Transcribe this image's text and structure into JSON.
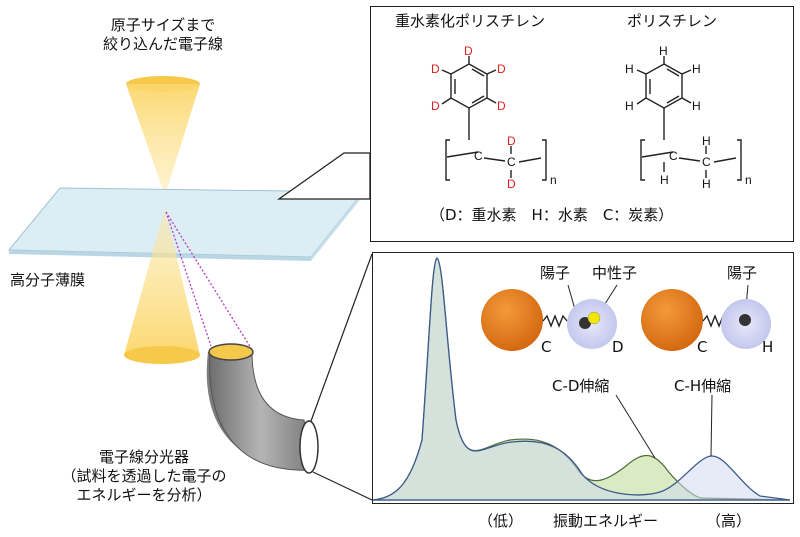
{
  "beam": {
    "line1": "原子サイズまで",
    "line2": "絞り込んだ電子線"
  },
  "film_label": "高分子薄膜",
  "spectrometer": {
    "line1": "電子線分光器",
    "line2": "（試料を透過した電子の",
    "line3": "エネルギーを分析）"
  },
  "structures": {
    "deuterated_title": "重水素化ポリスチレン",
    "normal_title": "ポリスチレン",
    "atom_D": "D",
    "atom_H": "H",
    "atom_C": "C",
    "subscript_n": "n",
    "legend": "（D：重水素　H：水素　C：炭素）"
  },
  "spectrum": {
    "proton_label": "陽子",
    "neutron_label": "中性子",
    "proton_label_2": "陽子",
    "atom_C_1": "C",
    "atom_D": "D",
    "atom_C_2": "C",
    "atom_H": "H",
    "cd_label": "C-D伸縮",
    "ch_label": "C-H伸縮",
    "axis": {
      "low": "（低）",
      "title": "振動エネルギー",
      "high": "（高）"
    }
  },
  "colors": {
    "beam": "#f8d060",
    "film": "#dceef5",
    "tube": "#8c8c8c",
    "atom_carbon": "#e57b1e",
    "atom_shell": "#cfd2f0",
    "nucleus": "#333333",
    "neutron": "#f2e600",
    "curve_cd_fill": "#d8ebbf",
    "curve_ch_fill": "#d6dcef",
    "curve_line": "#3a5a8c",
    "probe_line": "#b53cc4",
    "deuterium_text": "#e02020"
  }
}
